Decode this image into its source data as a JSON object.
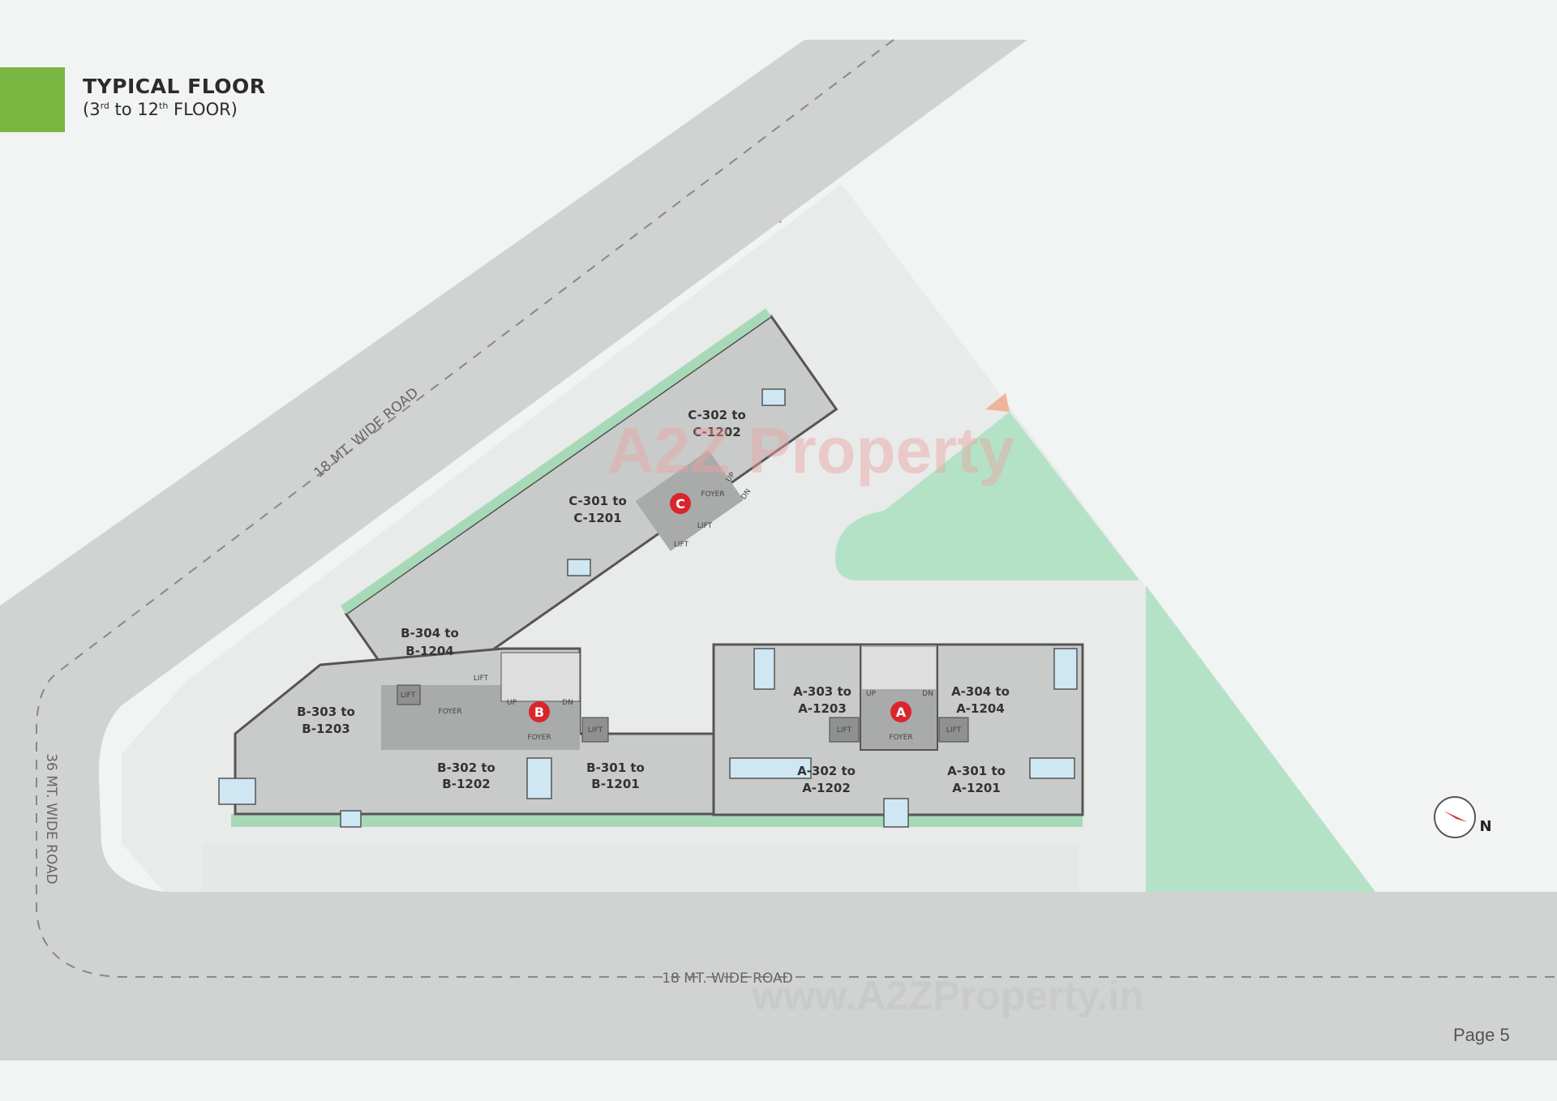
{
  "header": {
    "title": "TYPICAL FLOOR",
    "subtitle_prefix": "(3",
    "subtitle_sup1": "rd",
    "subtitle_mid": " to 12",
    "subtitle_sup2": "th",
    "subtitle_suffix": " FLOOR)"
  },
  "colors": {
    "accent": "#7cb642",
    "road": "#d1d2d2",
    "park": "#b4e2c6",
    "building": "#c9caca",
    "core": "#a9aaaa",
    "badge": "#d8262c",
    "wet_area": "#cfe6f3"
  },
  "roads": {
    "diagonal": "18 MT. WIDE ROAD",
    "vertical": "36 MT. WIDE ROAD",
    "bottom": "18 MT. WIDE ROAD"
  },
  "units": [
    {
      "line1": "C-302 to",
      "line2": "C-1202"
    },
    {
      "line1": "C-301 to",
      "line2": "C-1201"
    },
    {
      "line1": "B-304 to",
      "line2": "B-1204"
    },
    {
      "line1": "B-303 to",
      "line2": "B-1203"
    },
    {
      "line1": "B-302 to",
      "line2": "B-1202"
    },
    {
      "line1": "B-301 to",
      "line2": "B-1201"
    },
    {
      "line1": "A-303 to",
      "line2": "A-1203"
    },
    {
      "line1": "A-304 to",
      "line2": "A-1204"
    },
    {
      "line1": "A-302 to",
      "line2": "A-1202"
    },
    {
      "line1": "A-301 to",
      "line2": "A-1201"
    }
  ],
  "cores": [
    {
      "badge": "C",
      "foyer": "FOYER",
      "up": "UP",
      "dn": "DN",
      "lift": "LIFT"
    },
    {
      "badge": "B",
      "foyer": "FOYER",
      "up": "UP",
      "dn": "DN",
      "lift": "LIFT"
    },
    {
      "badge": "A",
      "foyer": "FOYER",
      "up": "UP",
      "dn": "DN",
      "lift": "LIFT"
    }
  ],
  "compass": {
    "label": "N",
    "icon": "north-arrow-icon"
  },
  "watermarks": {
    "logo": "A2Z Property",
    "url": "www.A2ZProperty.in"
  },
  "footer": {
    "page": "Page 5"
  }
}
